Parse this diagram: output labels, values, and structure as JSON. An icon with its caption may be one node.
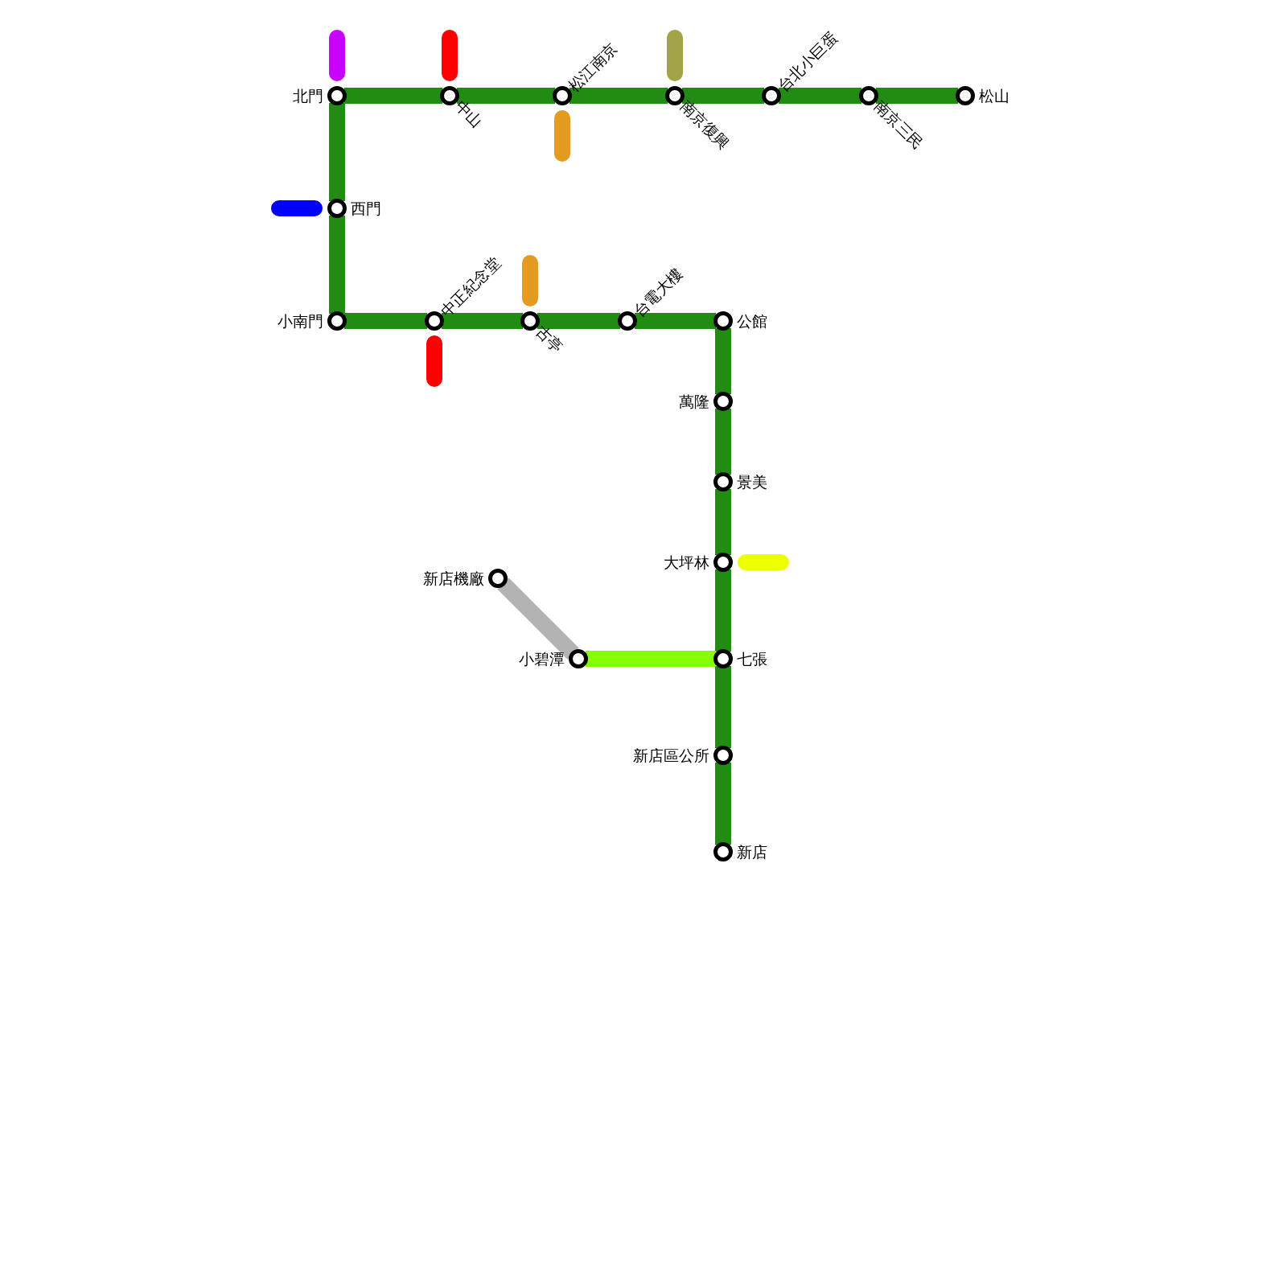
{
  "diagram": {
    "nodes": [
      {
        "text": [
          "北門"
        ]
      },
      {
        "text": [
          "中山"
        ]
      },
      {
        "text": [
          "松江南京"
        ]
      },
      {
        "text": [
          "南京復興"
        ]
      },
      {
        "text": [
          "台北小巨蛋"
        ]
      },
      {
        "text": [
          "南京三民"
        ]
      },
      {
        "text": [
          "松山"
        ]
      },
      {
        "text": [
          "西門"
        ]
      },
      {
        "text": [
          "小南門"
        ]
      },
      {
        "text": [
          "中正紀念堂"
        ]
      },
      {
        "text": [
          "古亭"
        ]
      },
      {
        "text": [
          "台電大樓"
        ]
      },
      {
        "text": [
          "公館"
        ]
      },
      {
        "text": [
          "萬隆"
        ]
      },
      {
        "text": [
          "景美"
        ]
      },
      {
        "text": [
          "大坪林"
        ]
      },
      {
        "text": [
          "新店機廠"
        ]
      },
      {
        "text": [
          "小碧潭"
        ]
      },
      {
        "text": [
          "七張"
        ]
      },
      {
        "text": [
          "新店區公所"
        ]
      },
      {
        "text": [
          "新店"
        ]
      }
    ],
    "edges": [
      {
        "from": 0,
        "to": 1,
        "arrow": "none"
      },
      {
        "from": 1,
        "to": 2,
        "arrow": "none"
      },
      {
        "from": 2,
        "to": 3,
        "arrow": "none"
      },
      {
        "from": 3,
        "to": 4,
        "arrow": "none"
      },
      {
        "from": 4,
        "to": 5,
        "arrow": "none"
      },
      {
        "from": 5,
        "to": 6,
        "arrow": "none"
      },
      {
        "from": 0,
        "to": 7,
        "arrow": "none"
      },
      {
        "from": 7,
        "to": 8,
        "arrow": "none"
      },
      {
        "from": 8,
        "to": 9,
        "arrow": "none"
      },
      {
        "from": 9,
        "to": 10,
        "arrow": "none"
      },
      {
        "from": 10,
        "to": 11,
        "arrow": "none"
      },
      {
        "from": 11,
        "to": 12,
        "arrow": "none"
      },
      {
        "from": 12,
        "to": 13,
        "arrow": "none"
      },
      {
        "from": 13,
        "to": 14,
        "arrow": "none"
      },
      {
        "from": 14,
        "to": 15,
        "arrow": "none"
      },
      {
        "from": 15,
        "to": 18,
        "arrow": "none"
      },
      {
        "from": 18,
        "to": 19,
        "arrow": "none"
      },
      {
        "from": 19,
        "to": 20,
        "arrow": "none"
      },
      {
        "from": 16,
        "to": 17,
        "arrow": "none",
        "color": "#b3b3b3"
      },
      {
        "from": 17,
        "to": 18,
        "arrow": "none",
        "color": "#88ff00"
      },
      {
        "from": null,
        "to": 0,
        "arrow": "none",
        "color": "#c800ff"
      },
      {
        "from": null,
        "to": 1,
        "arrow": "none",
        "color": "#ff0000"
      },
      {
        "from": null,
        "to": 2,
        "arrow": "none",
        "color": "#e49b22"
      },
      {
        "from": null,
        "to": 3,
        "arrow": "none",
        "color": "#a3a347"
      },
      {
        "from": null,
        "to": 7,
        "arrow": "none",
        "color": "#0000ff"
      },
      {
        "from": null,
        "to": 9,
        "arrow": "none",
        "color": "#ff0000"
      },
      {
        "from": null,
        "to": 10,
        "arrow": "none",
        "color": "#e49b22"
      },
      {
        "from": null,
        "to": 15,
        "arrow": "none",
        "color": "#eeff00"
      }
    ]
  }
}
